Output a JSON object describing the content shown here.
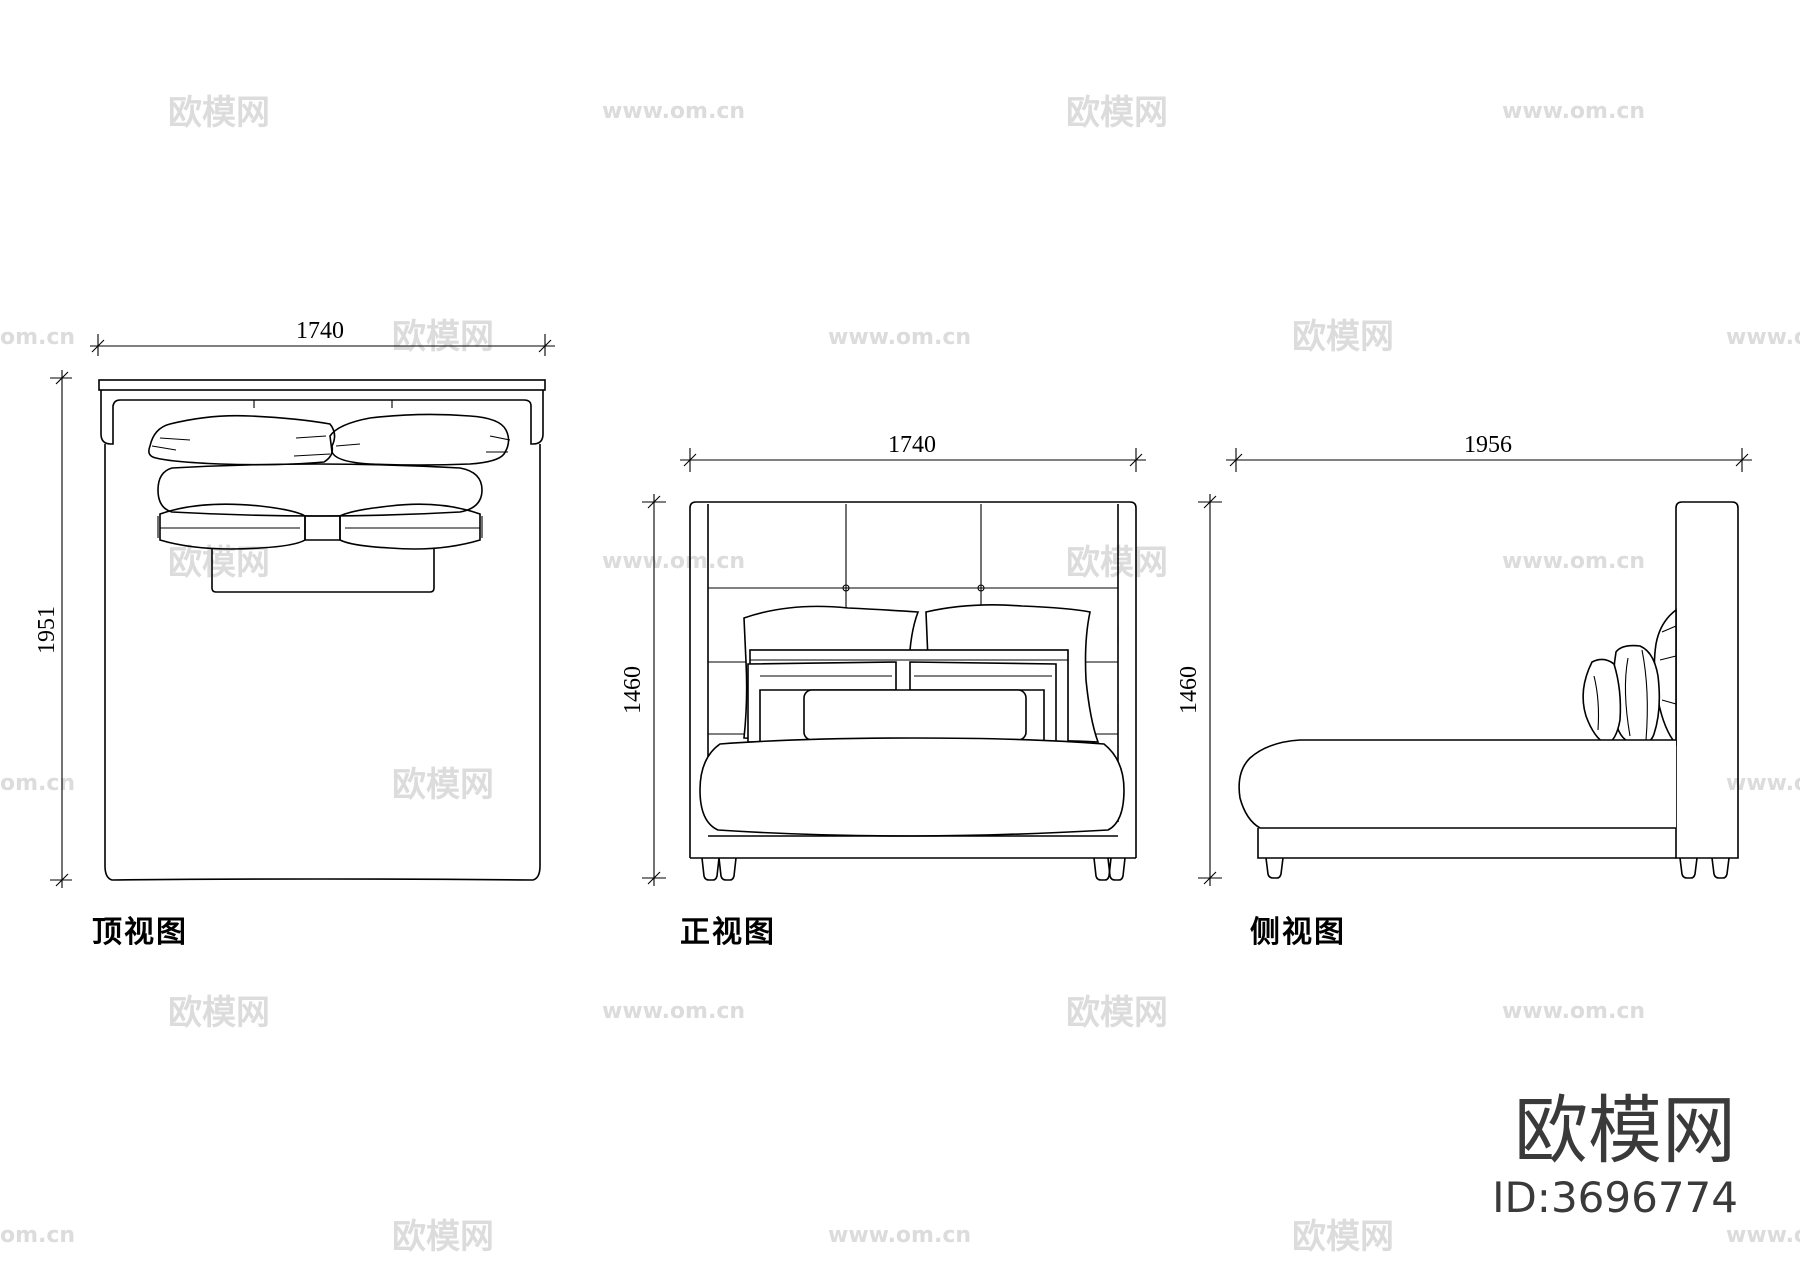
{
  "watermarks": {
    "cn": "欧模网",
    "url": "www.om.cn",
    "url_partial": "om.cn"
  },
  "top_view": {
    "label": "顶视图",
    "width_dim": "1740",
    "depth_dim": "1951"
  },
  "front_view": {
    "label": "正视图",
    "width_dim": "1740",
    "height_dim": "1460"
  },
  "side_view": {
    "label": "侧视图",
    "length_dim": "1956",
    "height_dim": "1460"
  },
  "brand": {
    "name": "欧模网",
    "id": "ID:3696774"
  }
}
